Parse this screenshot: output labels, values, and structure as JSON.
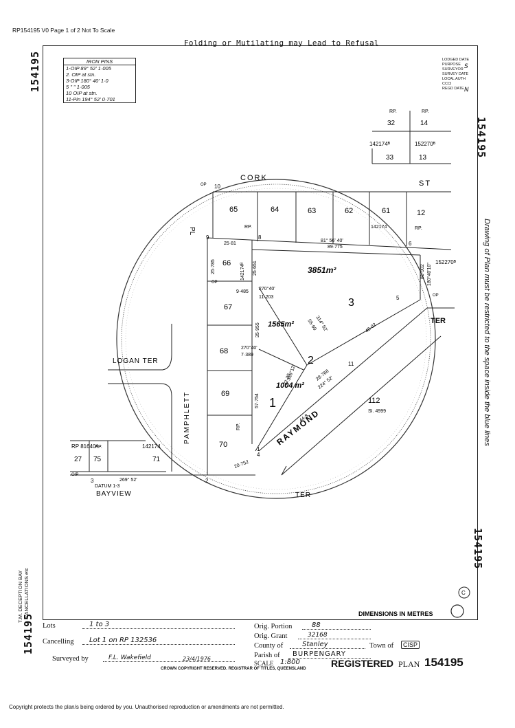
{
  "header": {
    "text": "RP154195 V0  Page 1 of 2  Not To Scale"
  },
  "top_note": "Folding or Mutilating may Lead to Refusal",
  "plan_number": "154195",
  "iron_pins": {
    "title": "IRON PINS",
    "rows": [
      "1-OIP  89° 52'  1·005",
      "2.  OIP  at  stn.",
      "3-OIP  180° 40'  1·0",
      "5  \"      \"     1·005",
      "10  OIP  at  stn.",
      "11-Pin  194° 52'  0·701"
    ]
  },
  "stamp_legend": [
    "LODGED DATE",
    "PURPOSE",
    "SURVEYOR",
    "SURVEY DATE",
    "LOCAL AUTH",
    "CCCI",
    "REGD DATE"
  ],
  "stamp_marks": [
    "S",
    "N"
  ],
  "right_note": "Drawing of Plan must be restricted to the space inside the blue lines",
  "left_side_note": [
    "T.M. DECEPTION BAY",
    "CANCELLATIONS etc"
  ],
  "streets": {
    "cork": "CORK",
    "st": "ST",
    "pl": "PL",
    "logan": "LOGAN TER",
    "pamphlett": "PAMPHLETT",
    "raymond": "RAYMOND",
    "ter_right": "TER",
    "bayview": "BAYVIEW",
    "ter_bottom": "TER"
  },
  "lots": {
    "lot65": "65",
    "lot64": "64",
    "lot63": "63",
    "lot62": "62",
    "lot61": "61",
    "lot12": "12",
    "lot66": "66",
    "lot67": "67",
    "lot68": "68",
    "lot69": "69",
    "lot70": "70",
    "lot1": "1",
    "lot2": "2",
    "lot3": "3",
    "lot112": "112",
    "lot27": "27",
    "lot75": "75",
    "lot71": "71",
    "lot32": "32",
    "lot14": "14",
    "lot33": "33",
    "lot13": "13"
  },
  "areas": {
    "a3": "3851m²",
    "a2": "1565m²",
    "a1": "1004 m²"
  },
  "labels": {
    "rp": "RP.",
    "rp142174a": "142174ᴮ",
    "rp152270a": "152270ᴮ",
    "rp142174b": "142174",
    "rp152270b": "152270ᴮ",
    "rp142174c": "142174ᴮ",
    "rp142174d": "142174",
    "rp81640": "RP 81640ᴬ",
    "si": "SI. 4999",
    "datum": "DATUM 1-3",
    "bearing_bottom": "269° 52'",
    "d2581": "25·81",
    "d89775": "89·775",
    "b81": "81°  56' 40'",
    "d81902": "81·902",
    "b18040": "180°40'10\"",
    "d4802": "48·02",
    "d28768": "28·768",
    "b22452": "224° 52'",
    "d448": "44·8",
    "d5754": "57·754",
    "d20752": "20·752",
    "d11203": "11·203",
    "b27040": "270°40'",
    "d9485": "9·485",
    "d3235": "32·35",
    "d7389": "7·389",
    "d5569": "55·69",
    "b31452": "314° 52'",
    "d25785": "25·785",
    "d25651": "25·651",
    "d35955": "35·955",
    "b31812": "318°12'",
    "b27040b": "270°40'",
    "pt1": "1",
    "pt2": "2",
    "pt3": "3",
    "pt4": "4",
    "pt5": "5",
    "pt6": "6",
    "pt8": "8",
    "pt9": "9",
    "pt10": "10",
    "pt11": "11",
    "op": "OP",
    "oip": "OIP",
    "dims": "DIMENSIONS IN METRES",
    "c_mark": "C"
  },
  "form": {
    "lots_label": "Lots",
    "lots_value": "1 to 3",
    "cancelling_label": "Cancelling",
    "cancelling_value": "Lot 1 on RP 132536",
    "surveyed_label": "Surveyed by",
    "surveyed_value": "F.L. Wakefield",
    "surveyed_date": "23/4/1976",
    "portion_label": "Orig. Portion",
    "portion_value": "88",
    "grant_label": "Orig. Grant",
    "grant_value": "32168",
    "county_label": "County of",
    "county_value": "Stanley",
    "town_label": "Town of",
    "parish_label": "Parish of",
    "parish_value": "BURPENGARY",
    "scale_label": "SCALE",
    "scale_value": "1:800",
    "cisp": "CISP",
    "registered": "REGISTERED",
    "plan_label": "PLAN",
    "plan_value": "154195",
    "crown": "CROWN COPYRIGHT RESERVED.  REGISTRAR OF TITLES, QUEENSLAND"
  },
  "footer": "Copyright protects the plan/s being ordered by you.  Unauthorised reproduction or amendments are not permitted."
}
